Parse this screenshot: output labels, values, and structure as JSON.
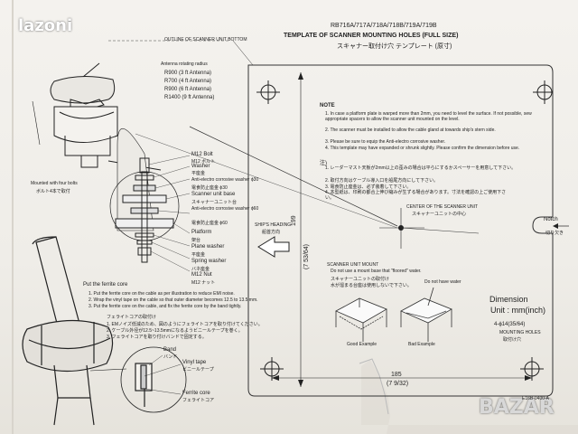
{
  "watermark": {
    "left": "lazoni",
    "right": "BAZAR"
  },
  "header": {
    "part_numbers": "RB716A/717A/718A/718B/719A/719B",
    "title": "TEMPLATE OF SCANNER MOUNTING HOLES (FULL SIZE)",
    "title_jp": "スキャナー取付け穴 テンプレート (原寸)"
  },
  "left_panel": {
    "outline_label": "OUTLINE OF SCANNER UNIT BOTTOM",
    "antenna_radius_label": "Antenna rotating radius",
    "antennas": [
      "R900 (3 ft Antenna)",
      "R700 (4 ft Antenna)",
      "R900 (6 ft Antenna)",
      "R1400 (9 ft Antenna)"
    ],
    "mounted_with": "Mounted with four bolts",
    "mounted_with_jp": "ボルト4本で取付",
    "parts": [
      {
        "en": "M12 Bolt",
        "jp": "M12 ボルト"
      },
      {
        "en": "Washer",
        "jp": "平座金"
      },
      {
        "en": "Anti-electro corrosive washer ϕ30",
        "jp": "電食防止座金 ϕ30"
      },
      {
        "en": "Scanner unit base",
        "jp": "スキャナーユニット台"
      },
      {
        "en": "Anti-electro corrosive washer ϕ60",
        "jp": "電食防止座金 ϕ60"
      },
      {
        "en": "Platform",
        "jp": "架台"
      },
      {
        "en": "Plane washer",
        "jp": "平座金"
      },
      {
        "en": "Spring washer",
        "jp": "バネ座金"
      },
      {
        "en": "M12 Nut",
        "jp": "M12 ナット"
      }
    ],
    "ferrite_title": "Put the ferrite core",
    "ferrite_steps": [
      "1. Put the ferrite core on the cable as per illustration to reduce EMI noise.",
      "2. Wrap the vinyl tape on the cable so that outer diameter becomes 12.5 to 13.5 mm.",
      "3. Put the ferrite core on the cable, and fix the ferrite core by the band tightly."
    ],
    "ferrite_title_jp": "フェライトコアの取付け",
    "ferrite_steps_jp": [
      "1. EMノイズ低減のため、図のようにフェライトコアを取り付けてください。",
      "2. ケーブル外径が12.5~13.5mmになるようビニールテープを巻く。",
      "3. フェライトコアを取り付けバンドで固定する。"
    ],
    "labels": {
      "band": "Band",
      "band_jp": "バンド",
      "vinyl": "Vinyl tape",
      "vinyl_jp": "ビニールテープ",
      "ferrite": "Ferrite core",
      "ferrite_jp": "フェライトコア"
    }
  },
  "template": {
    "note_title": "NOTE",
    "notes": [
      "1. In case a platform plate is warped more than 2mm, you need to level the surface. If not possible, sew appropriate spacers to allow the scanner unit mounted on the level.",
      "2. The scanner must be installed to allow the cable gland at towards ship's stern side.",
      "3. Please be sure to equip the Anti-electro corrosive washer.",
      "4. This template may have expanded or shrunk slightly. Please confirm the dimension before use."
    ],
    "jp_note_title": "注)",
    "jp_notes": [
      "1. レーダーマスト天板が2mm以上の歪みの場合は平らにするかスペーサーを用意して下さい。",
      "2. 取付方向はケーブル導入口を船尾方向にして下さい。",
      "3. 電食防止座金は、必ず装着して下さい。",
      "4. 本型紙は、印刷の都合上伸び縮みが生ずる場合があります。寸法を確認の上ご使用下さい。"
    ],
    "center_label": "CENTER OF THE SCANNER UNIT",
    "center_label_jp": "スキャナーユニットの中心",
    "ships_heading": "SHIP'S HEADING",
    "ships_heading_jp": "船首方向",
    "dim_vertical": "199",
    "dim_vertical_in": "(7 53/64)",
    "dim_horizontal": "185",
    "dim_horizontal_in": "(7 9/32)",
    "notch": "Notch",
    "notch_jp": "切り欠き",
    "mount_base_title": "SCANNER UNIT MOUNT",
    "mount_base_text": "Do not use a mount base that \"floored\" water.",
    "mount_base_jp": "スキャナーユニットの取付け",
    "mount_base_jp2": "水が溜まる台座は使用しないで下さい。",
    "good_example": "Good Example",
    "bad_example": "Bad Example",
    "bad_top": "Do not have water",
    "dimension_label": "Dimension",
    "unit_label": "Unit : mm(inch)",
    "holes_label": "4-ϕ14(35/64)",
    "mounting_holes": "MOUNTING HOLES",
    "mounting_holes_jp": "取付け穴",
    "code": "E16B-0400-A"
  }
}
